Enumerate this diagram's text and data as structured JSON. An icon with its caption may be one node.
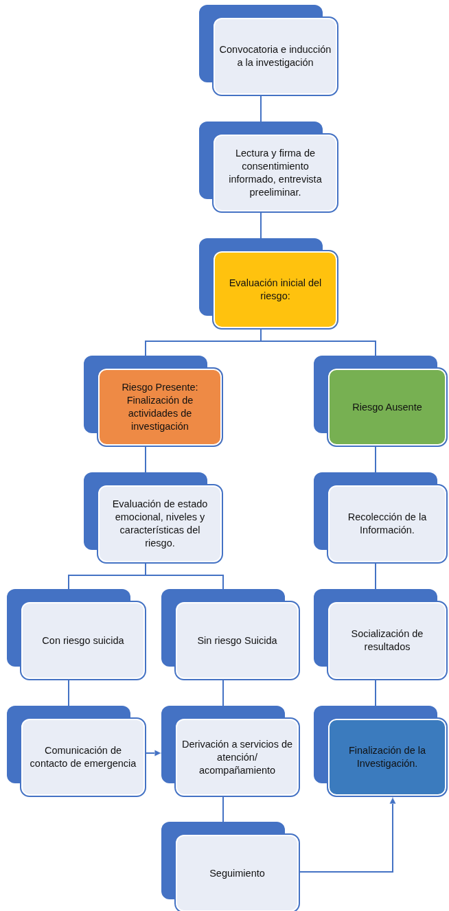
{
  "diagram": {
    "nodes": [
      {
        "text": [
          "Convocatoria e inducción a la investigación"
        ]
      },
      {
        "text": [
          "Lectura y firma de consentimiento informado, entrevista preeliminar."
        ]
      },
      {
        "text": [
          "Evaluación inicial del riesgo:"
        ]
      },
      {
        "text": [
          "Riesgo Presente: Finalización de actividades de investigación"
        ]
      },
      {
        "text": [
          "Riesgo Ausente"
        ]
      },
      {
        "text": [
          "Evaluación de estado emocional, niveles y características del riesgo."
        ]
      },
      {
        "text": [
          "Recolección de la Información."
        ]
      },
      {
        "text": [
          "Con riesgo suicida"
        ]
      },
      {
        "text": [
          "Sin riesgo Suicida"
        ]
      },
      {
        "text": [
          "Socialización de resultados"
        ]
      },
      {
        "text": [
          "Comunicación de contacto de emergencia"
        ]
      },
      {
        "text": [
          "Derivación a servicios de atención/ acompañamiento"
        ]
      },
      {
        "text": [
          "Finalización de la Investigación."
        ]
      },
      {
        "text": [
          "Seguimiento"
        ]
      }
    ],
    "edges": [
      {
        "from": 0,
        "to": 1,
        "arrow": "none"
      },
      {
        "from": 1,
        "to": 2,
        "arrow": "none"
      },
      {
        "from": 2,
        "to": 3,
        "arrow": "none"
      },
      {
        "from": 2,
        "to": 4,
        "arrow": "none"
      },
      {
        "from": 3,
        "to": 5,
        "arrow": "none"
      },
      {
        "from": 4,
        "to": 6,
        "arrow": "none"
      },
      {
        "from": 5,
        "to": 7,
        "arrow": "none"
      },
      {
        "from": 5,
        "to": 8,
        "arrow": "none"
      },
      {
        "from": 6,
        "to": 9,
        "arrow": "none"
      },
      {
        "from": 7,
        "to": 10,
        "arrow": "none"
      },
      {
        "from": 8,
        "to": 11,
        "arrow": "none"
      },
      {
        "from": 9,
        "to": 12,
        "arrow": "none"
      },
      {
        "from": 10,
        "to": 11,
        "arrow": "to"
      },
      {
        "from": 11,
        "to": 13,
        "arrow": "none"
      },
      {
        "from": 13,
        "to": 12,
        "arrow": "to"
      }
    ]
  }
}
